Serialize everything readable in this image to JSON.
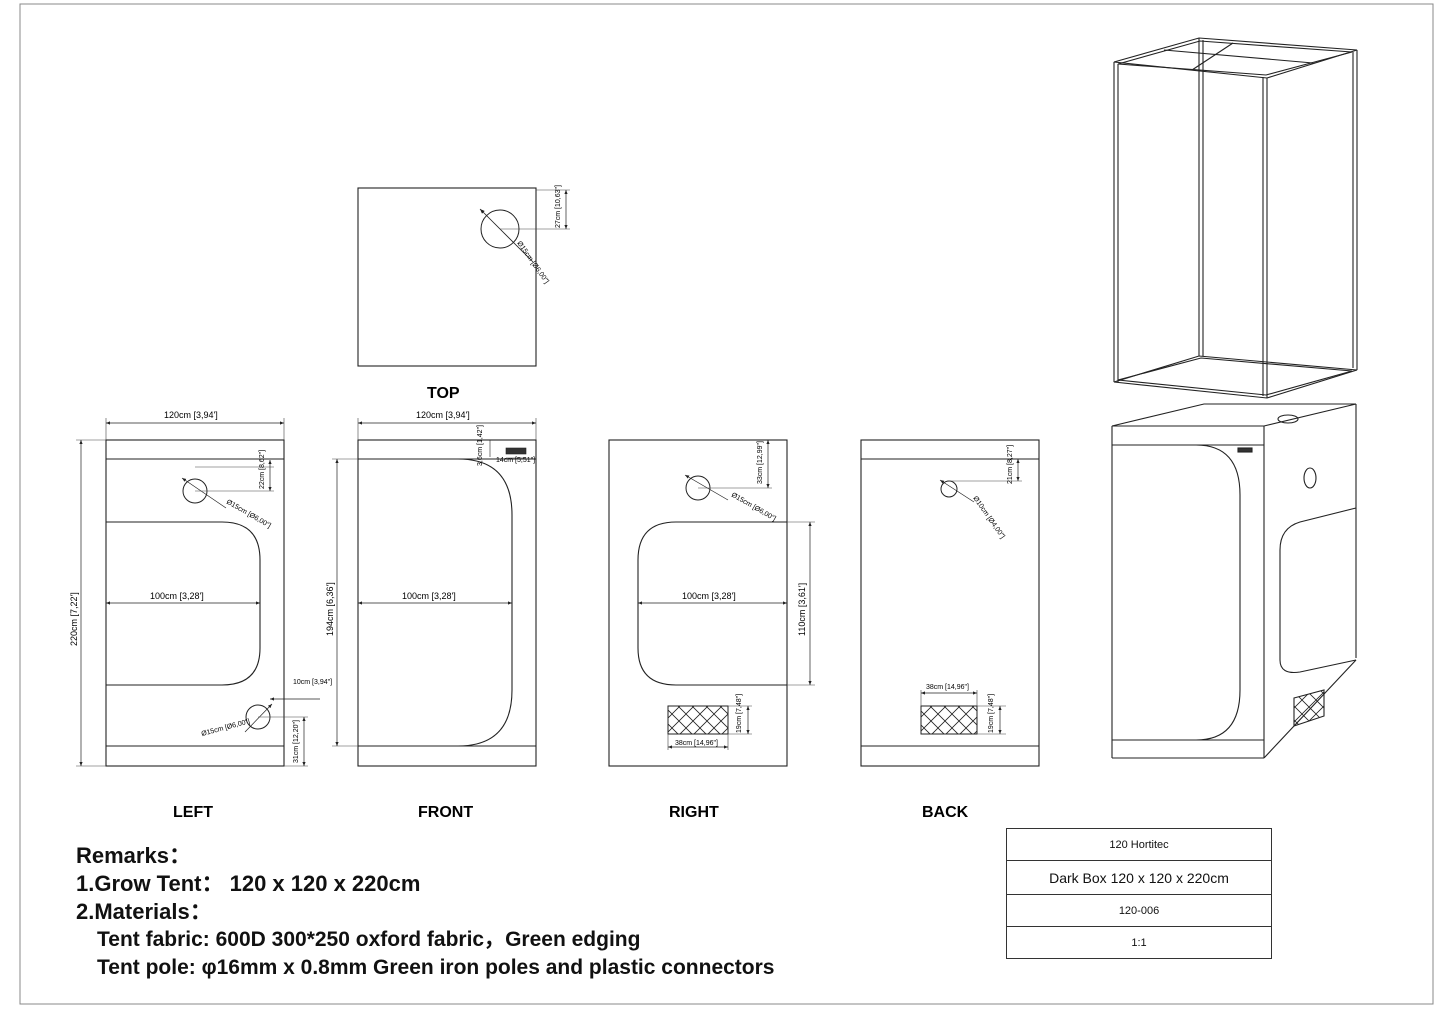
{
  "views": {
    "top": "TOP",
    "left": "LEFT",
    "front": "FRONT",
    "right": "RIGHT",
    "back": "BACK"
  },
  "dimensions": {
    "top_offset": "27cm [10,63\"]",
    "top_vent": "Ø15cm [Ø6,00\"]",
    "left_width": "120cm [3,94']",
    "left_height": "220cm [7,22']",
    "left_upper_vent_offset": "22cm [8,62\"]",
    "left_upper_vent": "Ø15cm [Ø6,00\"]",
    "left_door_width": "100cm [3,28']",
    "left_lower_vent_side": "10cm [3,94\"]",
    "left_lower_vent": "Ø15cm [Ø6,00\"]",
    "left_lower_vent_bottom": "31cm [12,20\"]",
    "front_width": "120cm [3,94']",
    "front_height": "194cm [6,36']",
    "front_door_width": "100cm [3,28']",
    "front_label_offset": "3,6cm [1,42\"]",
    "front_label_width": "14cm [5,51\"]",
    "right_vent_offset": "33cm [12,99\"]",
    "right_vent": "Ø15cm [Ø6,00\"]",
    "right_window_width": "100cm [3,28']",
    "right_window_height": "110cm [3,61']",
    "right_mesh_height": "19cm [7,48\"]",
    "right_mesh_width": "38cm [14,96\"]",
    "back_vent_offset": "21cm [8,27\"]",
    "back_vent": "Ø10cm [Ø4,00\"]",
    "back_mesh_width": "38cm [14,96\"]",
    "back_mesh_height": "19cm [7,48\"]"
  },
  "remarks": {
    "heading": "Remarks：",
    "line1": "1.Grow Tent：  120 x 120 x 220cm",
    "line2": "2.Materials：",
    "line3": "Tent fabric: 600D 300*250 oxford fabric，Green edging",
    "line4": "Tent pole: φ16mm x 0.8mm Green iron poles and plastic connectors"
  },
  "title_block": {
    "row1": "120 Hortitec",
    "row2": "Dark Box 120 x 120 x 220cm",
    "row3": "120-006",
    "row4": "1:1"
  }
}
